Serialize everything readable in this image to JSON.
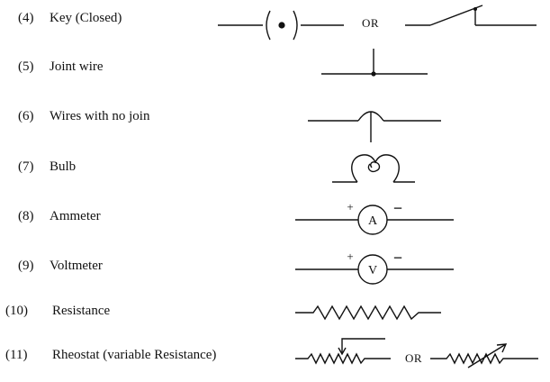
{
  "rows": [
    {
      "num": "(4)",
      "label": "Key (Closed)",
      "or": "OR"
    },
    {
      "num": "(5)",
      "label": "Joint wire"
    },
    {
      "num": "(6)",
      "label": "Wires with no join"
    },
    {
      "num": "(7)",
      "label": "Bulb"
    },
    {
      "num": "(8)",
      "label": "Ammeter",
      "meter": "A",
      "plus": "+",
      "minus": "−"
    },
    {
      "num": "(9)",
      "label": "Voltmeter",
      "meter": "V",
      "plus": "+",
      "minus": "−"
    },
    {
      "num": "(10)",
      "label": "Resistance"
    },
    {
      "num": "(11)",
      "label": "Rheostat (variable Resistance)",
      "or": "OR"
    }
  ]
}
